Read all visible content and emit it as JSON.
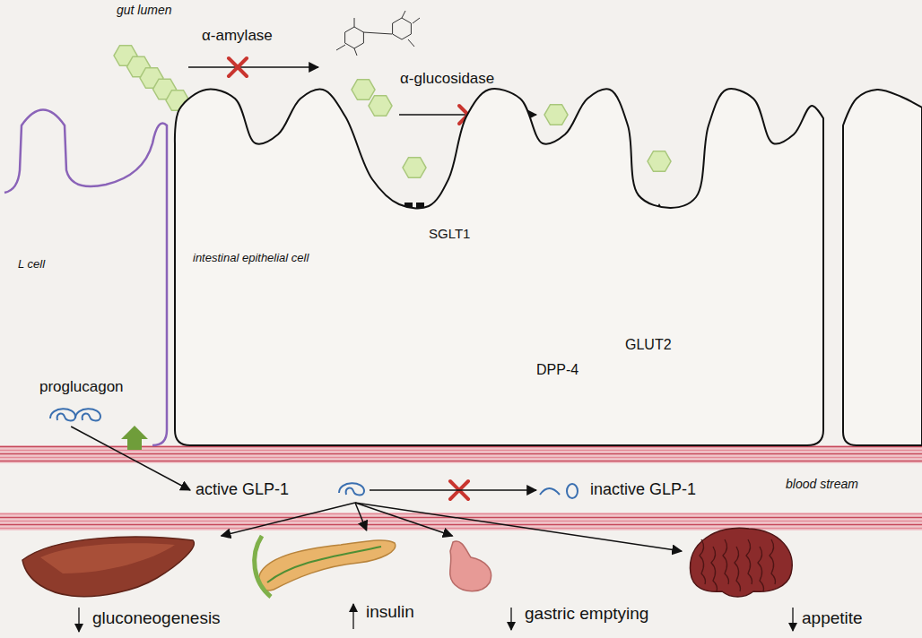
{
  "diagram": {
    "nodes": [
      {
        "text": [
          "L cell"
        ]
      },
      {
        "text": [
          "intestinal epithelial cell"
        ]
      },
      {
        "text": [
          "proglucagon"
        ],
        "in": 0
      },
      {
        "text": [
          "active GLP-1"
        ]
      },
      {
        "text": [
          "inactive GLP-1"
        ]
      },
      {
        "text": [
          "gluconeogenesis"
        ]
      },
      {
        "text": [
          "insulin"
        ]
      },
      {
        "text": [
          "gastric emptying"
        ]
      },
      {
        "text": [
          "appetite"
        ]
      }
    ],
    "edges": [
      {
        "from": 2,
        "to": 3,
        "arrow": "to"
      },
      {
        "from": 3,
        "to": 4,
        "arrow": "to"
      },
      {
        "from": 3,
        "to": 5,
        "arrow": "to"
      },
      {
        "from": 3,
        "to": 6,
        "arrow": "to"
      },
      {
        "from": 3,
        "to": 7,
        "arrow": "to"
      },
      {
        "from": 3,
        "to": 8,
        "arrow": "to"
      }
    ],
    "labels": [
      "gut lumen",
      "α-amylase",
      "α-glucosidase",
      "SGLT1",
      "GLUT2",
      "DPP-4",
      "blood stream"
    ]
  }
}
